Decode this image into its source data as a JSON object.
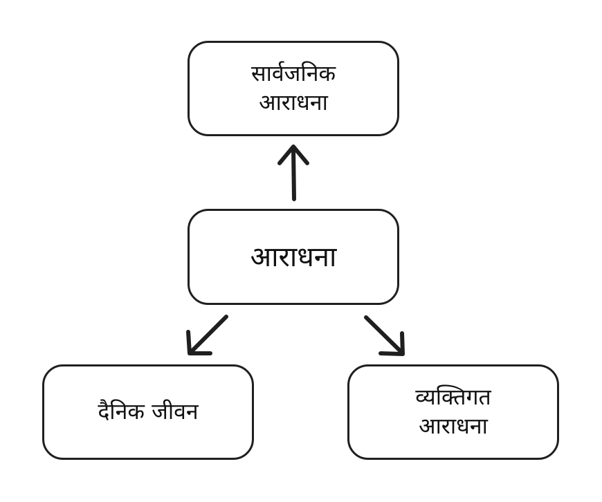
{
  "nodes": {
    "top": {
      "line1": "सार्वजनिक",
      "line2": "आराधना"
    },
    "center": {
      "label": "आराधना"
    },
    "bottom_left": {
      "label": "दैनिक जीवन"
    },
    "bottom_right": {
      "line1": "व्यक्तिगत",
      "line2": "आराधना"
    }
  },
  "colors": {
    "stroke": "#1f1f1f",
    "background": "#ffffff"
  }
}
